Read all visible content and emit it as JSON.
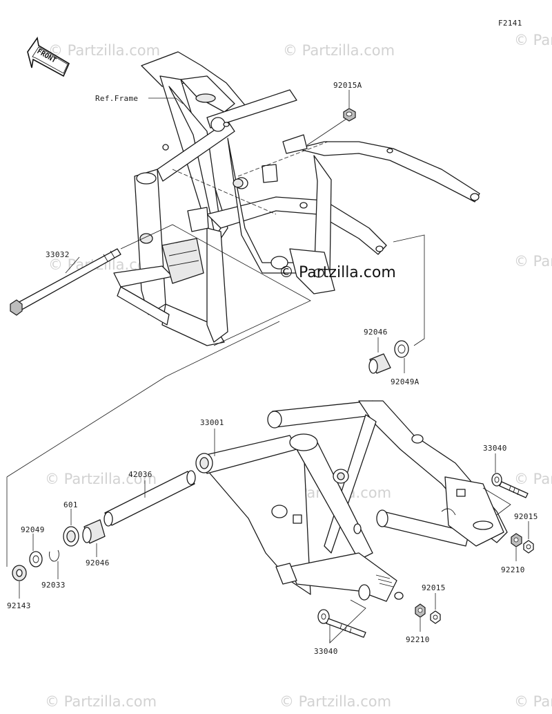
{
  "figure_code": "F2141",
  "front_label": "FRONT",
  "watermark": "© Partzilla.com",
  "center_watermark": "© Partzilla.com",
  "ref_frame_label": "Ref.Frame",
  "parts": {
    "p92015A": "92015A",
    "p33032": "33032",
    "p92046_top": "92046",
    "p92049A": "92049A",
    "p33001": "33001",
    "p42036": "42036",
    "p601": "601",
    "p92049": "92049",
    "p92033": "92033",
    "p92046_bottom": "92046",
    "p92143": "92143",
    "p33040_right": "33040",
    "p92015_right": "92015",
    "p92210_right": "92210",
    "p92015_bottom": "92015",
    "p92210_bottom": "92210",
    "p33040_bottom": "33040"
  }
}
